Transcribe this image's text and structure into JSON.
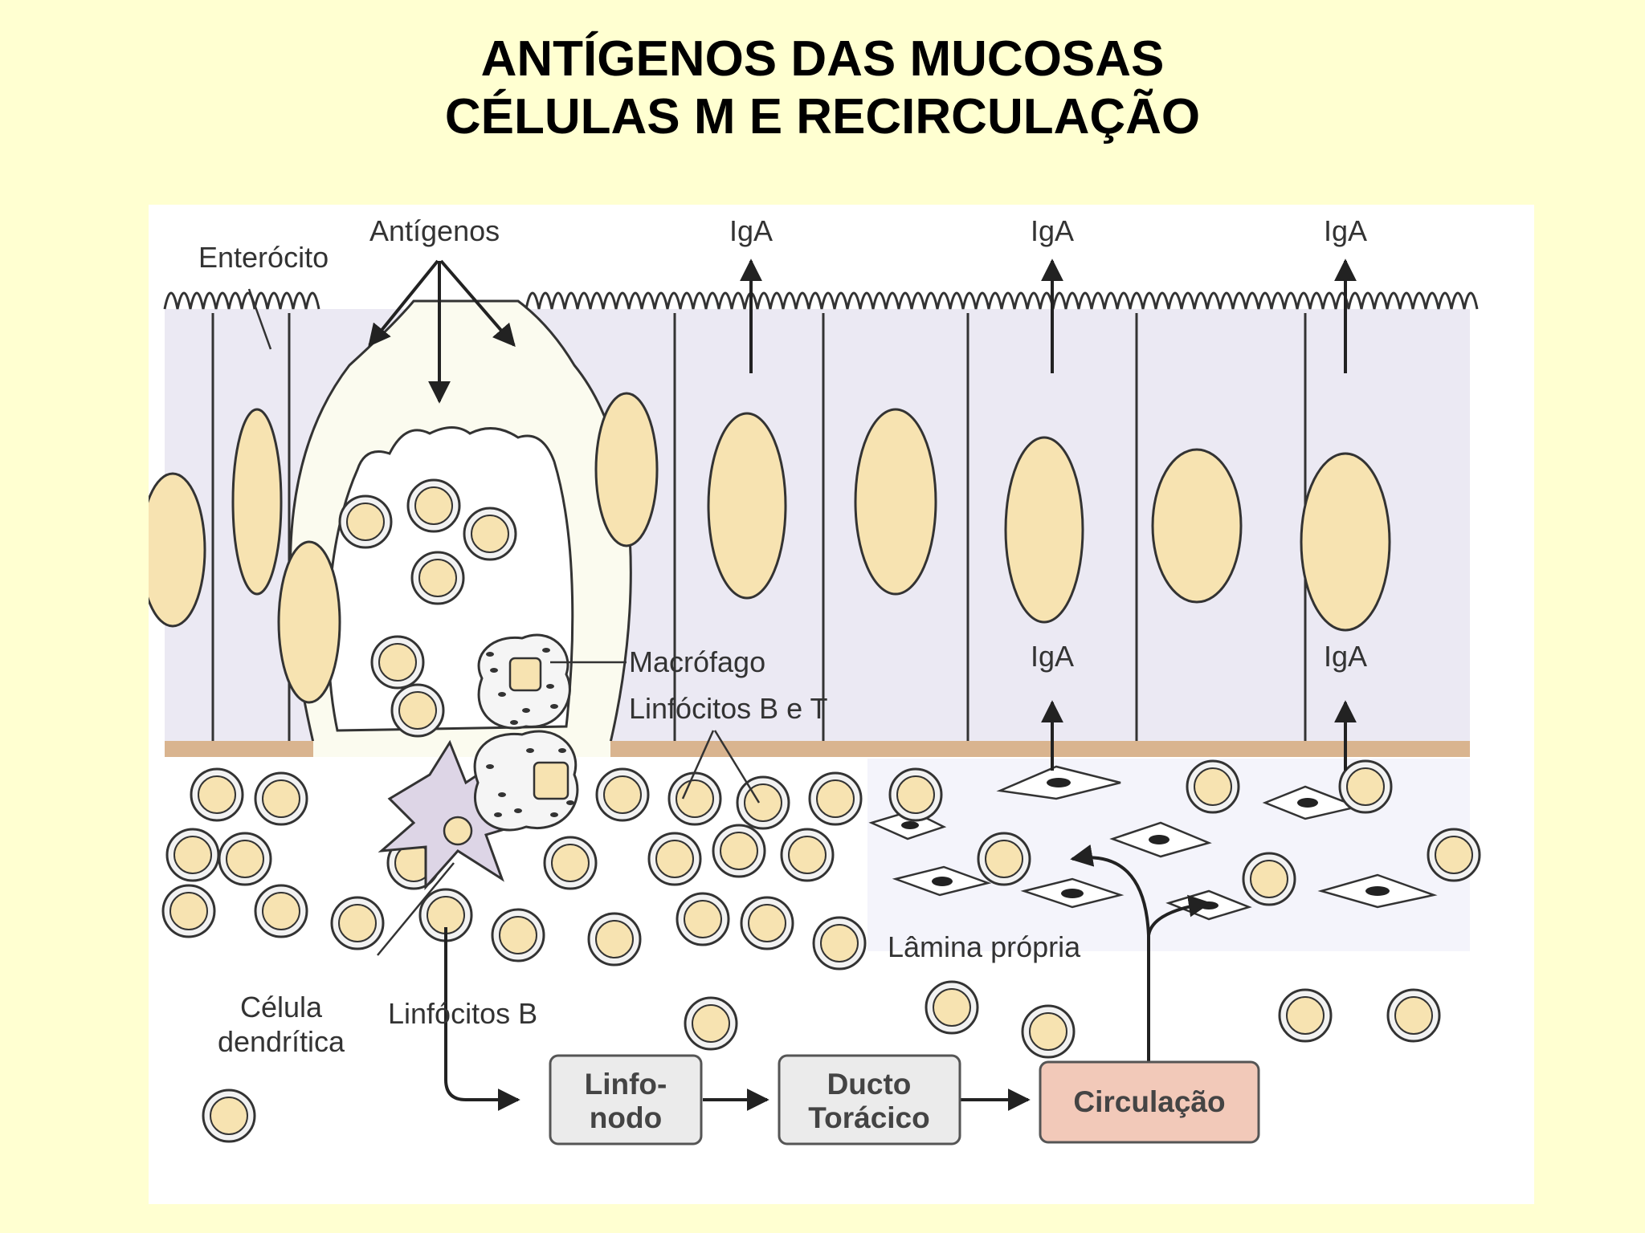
{
  "title": {
    "line1": "ANTÍGENOS  DAS MUCOSAS",
    "line2": "CÉLULAS M E RECIRCULAÇÃO"
  },
  "labels": {
    "enterocito": "Enterócito",
    "antigenos": "Antígenos",
    "iga": "IgA",
    "macrofago": "Macrófago",
    "linfocitos_bt": "Linfócitos B e T",
    "lamina_propria": "Lâmina própria",
    "celula_line1": "Célula",
    "celula_line2": "dendrítica",
    "linfocitos_b": "Linfócitos B"
  },
  "boxes": {
    "linfonodo_line1": "Linfo-",
    "linfonodo_line2": "nodo",
    "ducto_line1": "Ducto",
    "ducto_line2": "Torácico",
    "circulacao": "Circulação"
  },
  "colors": {
    "background": "#ffffd1",
    "nucleus": "#f7e3b1",
    "cytoplasm": "#ebe9f3",
    "basement": "#d9b48f",
    "circulation_box": "#f2c9b9",
    "box": "#ebebeb"
  }
}
